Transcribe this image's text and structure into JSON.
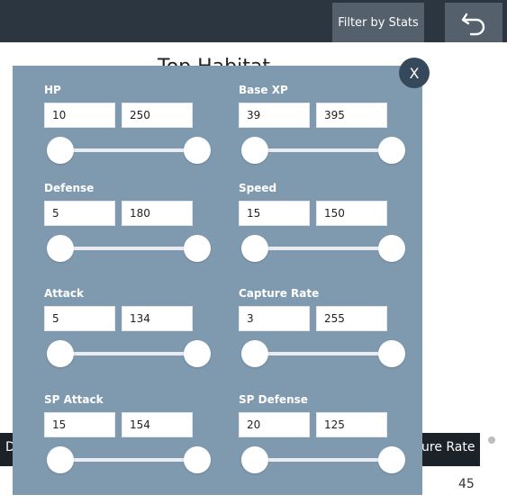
{
  "toolbar": {
    "filter_label": "Filter by Stats",
    "back_icon": "undo-arrow-icon"
  },
  "background": {
    "title": "Top Habitat",
    "table_header_left": "D",
    "table_header_right": "ure Rate",
    "cell_value": "45"
  },
  "modal": {
    "close_label": "X",
    "filters": [
      {
        "label": "HP",
        "min": "10",
        "max": "250"
      },
      {
        "label": "Base XP",
        "min": "39",
        "max": "395"
      },
      {
        "label": "Defense",
        "min": "5",
        "max": "180"
      },
      {
        "label": "Speed",
        "min": "15",
        "max": "150"
      },
      {
        "label": "Attack",
        "min": "5",
        "max": "134"
      },
      {
        "label": "Capture Rate",
        "min": "3",
        "max": "255"
      },
      {
        "label": "SP Attack",
        "min": "15",
        "max": "154"
      },
      {
        "label": "SP Defense",
        "min": "20",
        "max": "125"
      }
    ]
  },
  "colors": {
    "topbar": "#2b3640",
    "button": "#54606b",
    "modal": "#7f9aaf",
    "close": "#35495a"
  }
}
